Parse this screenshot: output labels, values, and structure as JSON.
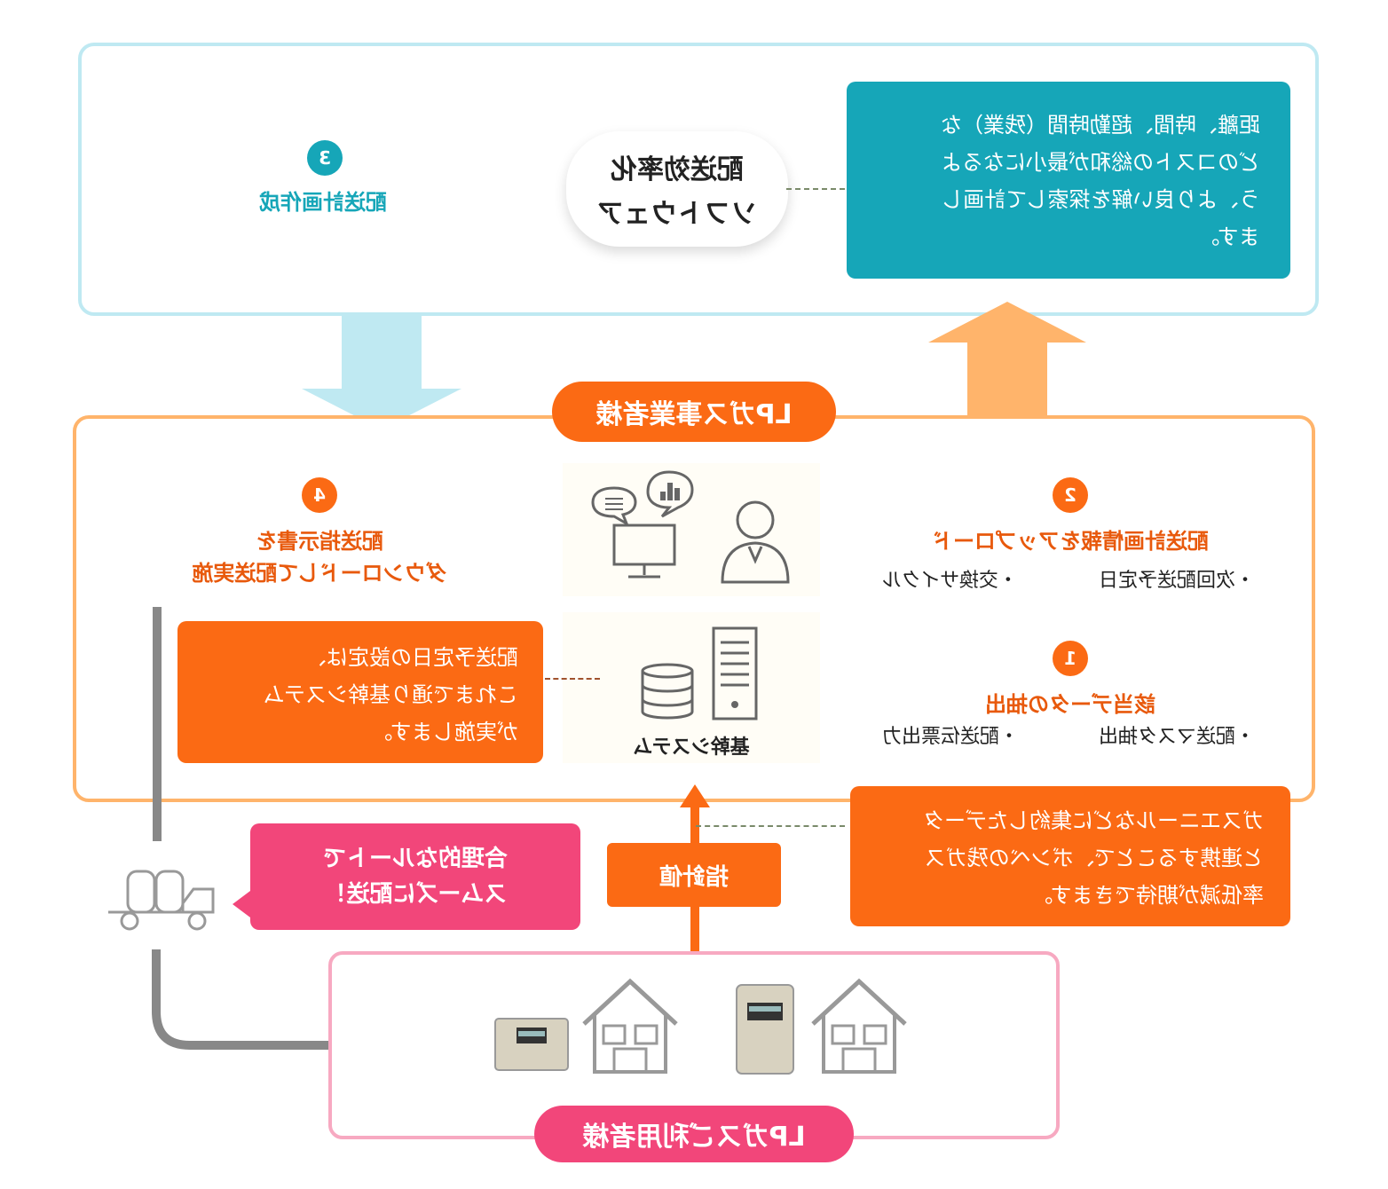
{
  "colors": {
    "teal": "#16a6b8",
    "teal_light": "#bfe9f2",
    "orange": "#fb6a14",
    "orange_light": "#ffb46b",
    "pink": "#f2467a",
    "pink_light": "#f7a9c1",
    "gray": "#888888"
  },
  "top_panel": {
    "step": {
      "number": "3",
      "label": "配送計画作成"
    },
    "software_bubble": {
      "line1": "配送効率化",
      "line2": "ソフトウェア"
    },
    "callout_text": "距離、時間、超勤時間（残業）な\nどのコストの総和が最小になるよ\nう、より良い解を探索して計画し\nます。"
  },
  "business_panel": {
    "title": "LPガス事業者様",
    "step1": {
      "number": "1",
      "title": "該当データの抽出",
      "items": [
        "・配送マスタ抽出",
        "・配送伝票出力"
      ]
    },
    "step2": {
      "number": "2",
      "title": "配送計画情報をアップロード",
      "items": [
        "・次回配送予定日",
        "・交換サイクル"
      ]
    },
    "step4": {
      "number": "4",
      "title_line1": "配送指示書を",
      "title_line2": "ダウンロードして配送実施"
    },
    "system_label": "基幹システム",
    "orange_callout": "配送予定日の設定は、\nこれまで通り基幹システム\nが実施します。"
  },
  "lower": {
    "meter_value_label": "指針値",
    "smart_meter_callout": "ガスエニールなどに集約したデータ\nと連携することで、ボンベの残ガス\n率低減が期待できます。",
    "route_callout": "合理的なルートで\nスムーズに配送！"
  },
  "user_panel": {
    "title": "LPガスご利用者様"
  },
  "icons": [
    "person-icon",
    "computer-icon",
    "chat-bubble-icon",
    "chart-bubble-icon",
    "database-icon",
    "server-icon",
    "truck-icon",
    "house-icon",
    "gas-meter-icon"
  ]
}
